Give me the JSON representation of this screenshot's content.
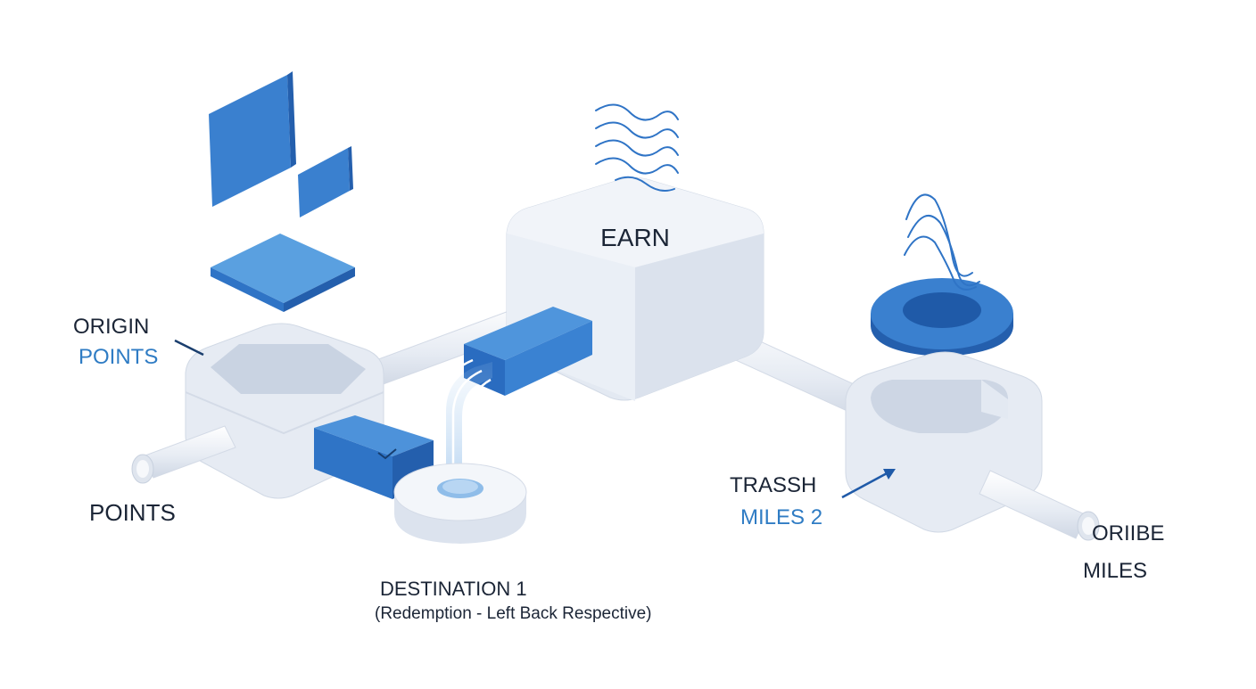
{
  "colors": {
    "background": "#ffffff",
    "block_light": "#eef2f8",
    "block_mid": "#dde4ef",
    "block_dark": "#c9d3e2",
    "accent_blue": "#3b82d0",
    "accent_blue_dark": "#2463b0",
    "accent_blue_light": "#5aa0e0",
    "label_dark": "#1b2536",
    "label_blue": "#2f7cc4"
  },
  "labels": {
    "earn": "EARN",
    "origin_title": "ORIGIN",
    "origin_sub": "POINTS",
    "points": "POINTS",
    "destination_title": "DESTINATION 1",
    "destination_sub": "(Redemption - Left Back Respective)",
    "trassh_title": "TRASSH",
    "trassh_sub": "MILES 2",
    "oriibe_title": "ORIIBE",
    "oriibe_sub": "MILES"
  },
  "icons": [
    "floating-square-icon",
    "floating-small-square-icon",
    "floating-tile-icon",
    "floating-ring-icon",
    "wavy-lines-icon",
    "pointer-arrow-icon"
  ]
}
